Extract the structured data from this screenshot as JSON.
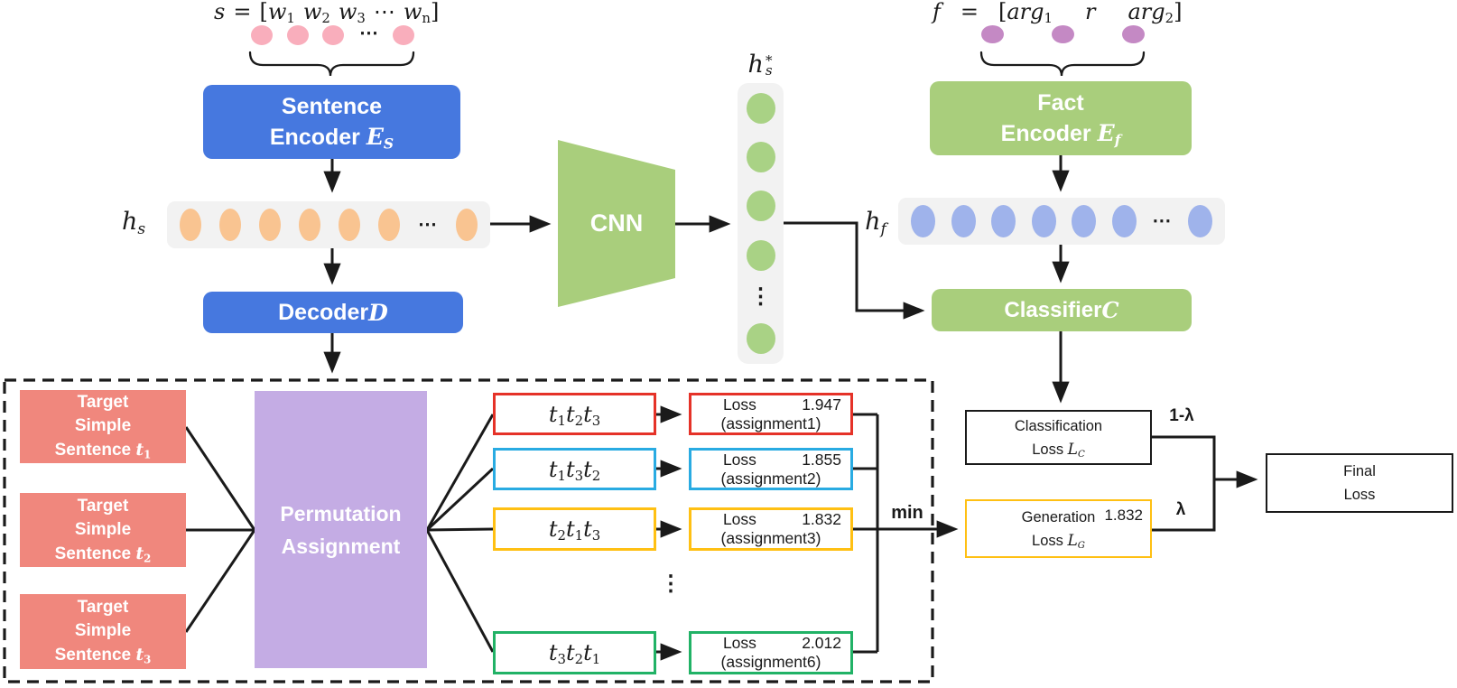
{
  "colors": {
    "line": "#1a1a1a",
    "blue_box": "#4678df",
    "green_box": "#a9ce7c",
    "purple_box": "#c4ace4",
    "salmon_box": "#f0877d",
    "pink_node": "#f9aebc",
    "orange_node": "#f9c491",
    "green_node": "#a9d285",
    "blue_node": "#9fb3eb",
    "purple_node": "#c489c4",
    "track_bg": "#f2f2f2",
    "red_border": "#e53228",
    "cyan_border": "#29abe2",
    "yellow_border": "#ffc013",
    "green_border": "#21b266"
  },
  "sentence_branch": {
    "formula": {
      "var": "s",
      "eq": "=",
      "open": "[",
      "w1": "w",
      "w1_sub": "1",
      "w2": "w",
      "w2_sub": "2",
      "w3": "w",
      "w3_sub": "3",
      "dots": "⋯",
      "wn": "w",
      "wn_sub": "n",
      "close": "]"
    },
    "encoder_line1": "Sentence",
    "encoder_line2": "Encoder ",
    "encoder_var": "E",
    "encoder_var_sub": "S",
    "hs_base": "h",
    "hs_sub": "s",
    "track_dots": "⋯",
    "decoder_label": "Decoder ",
    "decoder_var": "D"
  },
  "cnn_label": "CNN",
  "hs_star": {
    "base": "h",
    "sup": "*",
    "sub": "s",
    "vdots": "⋮"
  },
  "fact_branch": {
    "formula": {
      "var": "f",
      "eq": "=",
      "open": "[",
      "arg1": "arg",
      "arg1_sub": "1",
      "rel": "r",
      "arg2": "arg",
      "arg2_sub": "2",
      "close": "]"
    },
    "encoder_line1": "Fact",
    "encoder_line2": "Encoder ",
    "encoder_var": "E",
    "encoder_var_sub": "f",
    "hf_base": "h",
    "hf_sub": "f",
    "track_dots": "⋯",
    "classifier_label": "Classifier ",
    "classifier_var": "C"
  },
  "assignment_module": {
    "targets": [
      {
        "line1": "Target",
        "line2": "Simple",
        "line3": "Sentence ",
        "var": "t",
        "sub": "1"
      },
      {
        "line1": "Target",
        "line2": "Simple",
        "line3": "Sentence ",
        "var": "t",
        "sub": "2"
      },
      {
        "line1": "Target",
        "line2": "Simple",
        "line3": "Sentence ",
        "var": "t",
        "sub": "3"
      }
    ],
    "perm_line1": "Permutation",
    "perm_line2": "Assignment",
    "t_var": "t",
    "perm_rows": [
      {
        "s1": "1",
        "s2": "2",
        "s3": "3",
        "color": "#e53228"
      },
      {
        "s1": "1",
        "s2": "3",
        "s3": "2",
        "color": "#29abe2"
      },
      {
        "s1": "2",
        "s2": "1",
        "s3": "3",
        "color": "#ffc013"
      },
      {
        "s1": "3",
        "s2": "2",
        "s3": "1",
        "color": "#21b266"
      }
    ],
    "loss_rows": [
      {
        "label": "Loss",
        "value": "1.947",
        "name": "(assignment1)",
        "color": "#e53228"
      },
      {
        "label": "Loss",
        "value": "1.855",
        "name": "(assignment2)",
        "color": "#29abe2"
      },
      {
        "label": "Loss",
        "value": "1.832",
        "name": "(assignment3)",
        "color": "#ffc013"
      },
      {
        "label": "Loss",
        "value": "2.012",
        "name": "(assignment6)",
        "color": "#21b266"
      }
    ],
    "vdots": "⋮",
    "min_label": "min"
  },
  "outputs": {
    "classification_line1": "Classification",
    "classification_line2": "Loss ",
    "classification_var": "L",
    "classification_sub": "C",
    "generation_line1": "Generation",
    "generation_line2": "Loss ",
    "generation_var": "L",
    "generation_sub": "G",
    "generation_value": "1.832",
    "final_line1": "Final",
    "final_line2": "Loss",
    "weight_top": "1-λ",
    "weight_bottom": "λ"
  }
}
